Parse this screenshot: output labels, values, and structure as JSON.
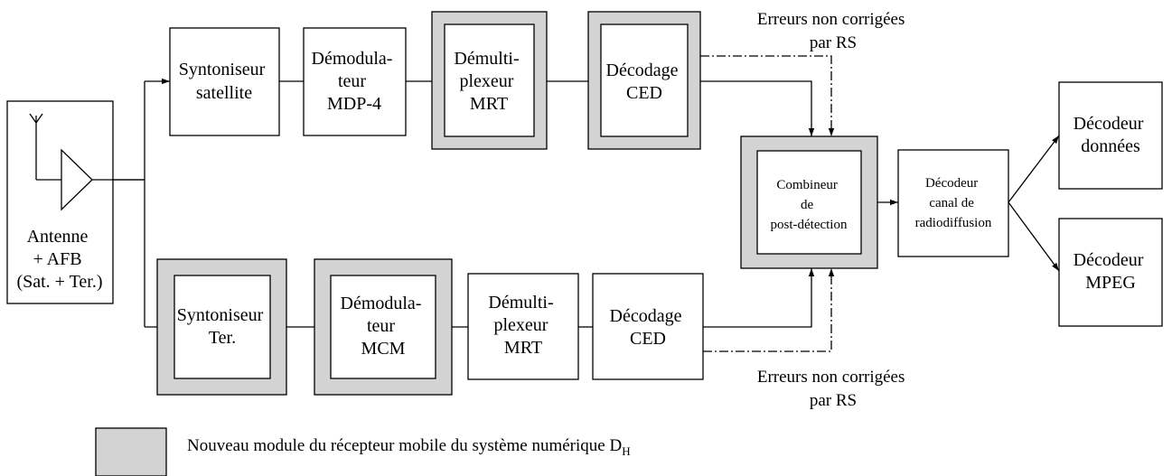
{
  "colors": {
    "shade": "#d3d3d3",
    "line": "#000000",
    "background": "#ffffff"
  },
  "antenna": {
    "lines": [
      "Antenne",
      "+ AFB",
      "(Sat. + Ter.)"
    ]
  },
  "sat_tuner": {
    "lines": [
      "Syntoniseur",
      "satellite"
    ]
  },
  "sat_demod": {
    "lines": [
      "Démodula-",
      "teur",
      "MDP-4"
    ]
  },
  "sat_demux": {
    "lines": [
      "Démulti-",
      "plexeur",
      "MRT"
    ]
  },
  "sat_fec": {
    "lines": [
      "Décodage",
      "CED"
    ]
  },
  "ter_tuner": {
    "lines": [
      "Syntoniseur",
      "Ter."
    ]
  },
  "ter_demod": {
    "lines": [
      "Démodula-",
      "teur",
      "MCM"
    ]
  },
  "ter_demux": {
    "lines": [
      "Démulti-",
      "plexeur",
      "MRT"
    ]
  },
  "ter_fec": {
    "lines": [
      "Décodage",
      "CED"
    ]
  },
  "combiner": {
    "lines": [
      "Combineur",
      "de",
      "post-détection"
    ]
  },
  "broadcast_decoder": {
    "lines": [
      "Décodeur",
      "canal de",
      "radiodiffusion"
    ]
  },
  "data_decoder": {
    "lines": [
      "Décodeur",
      "données"
    ]
  },
  "mpeg_decoder": {
    "lines": [
      "Décodeur",
      "MPEG"
    ]
  },
  "note_top": {
    "lines": [
      "Erreurs non corrigées",
      "par RS"
    ]
  },
  "note_bottom": {
    "lines": [
      "Erreurs non corrigées",
      "par RS"
    ]
  },
  "legend": {
    "text": "Nouveau module du récepteur mobile du système numérique D",
    "subscript": "H"
  }
}
